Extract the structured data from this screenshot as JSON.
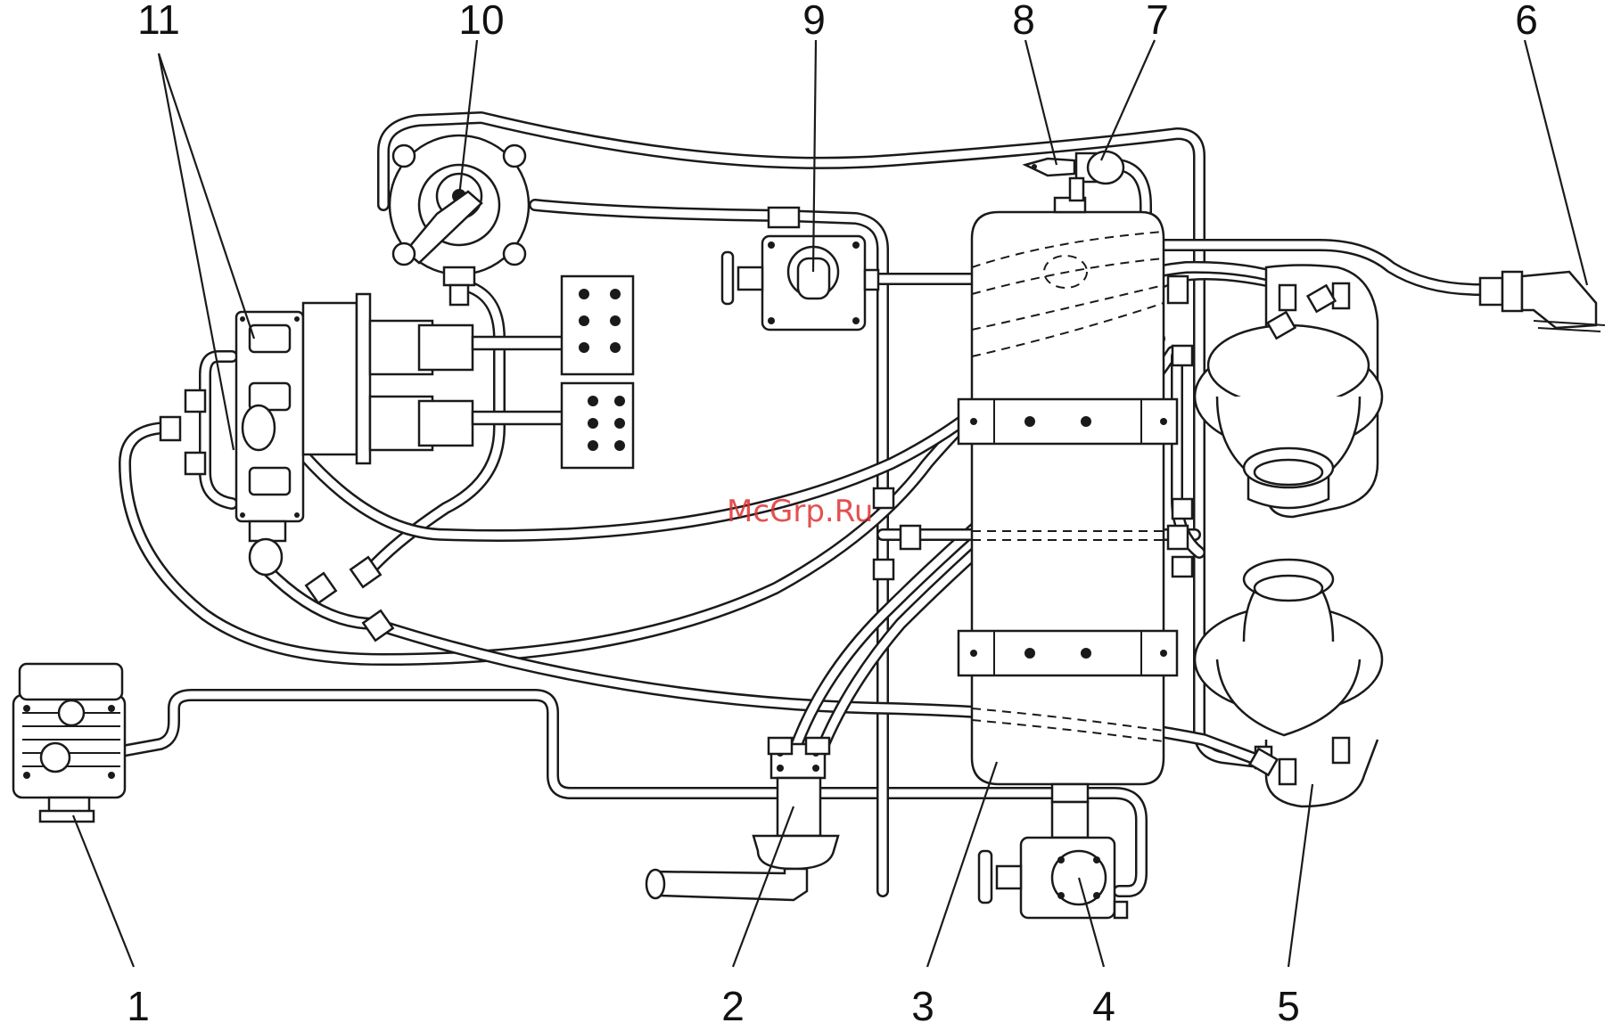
{
  "callouts": {
    "c1": "1",
    "c2": "2",
    "c3": "3",
    "c4": "4",
    "c5": "5",
    "c6": "6",
    "c7": "7",
    "c8": "8",
    "c9": "9",
    "c10": "10",
    "c11": "11"
  },
  "watermark": "McGrp.Ru",
  "colors": {
    "line": "#1a1a1a",
    "background": "#ffffff",
    "watermark": "#dd3333"
  }
}
